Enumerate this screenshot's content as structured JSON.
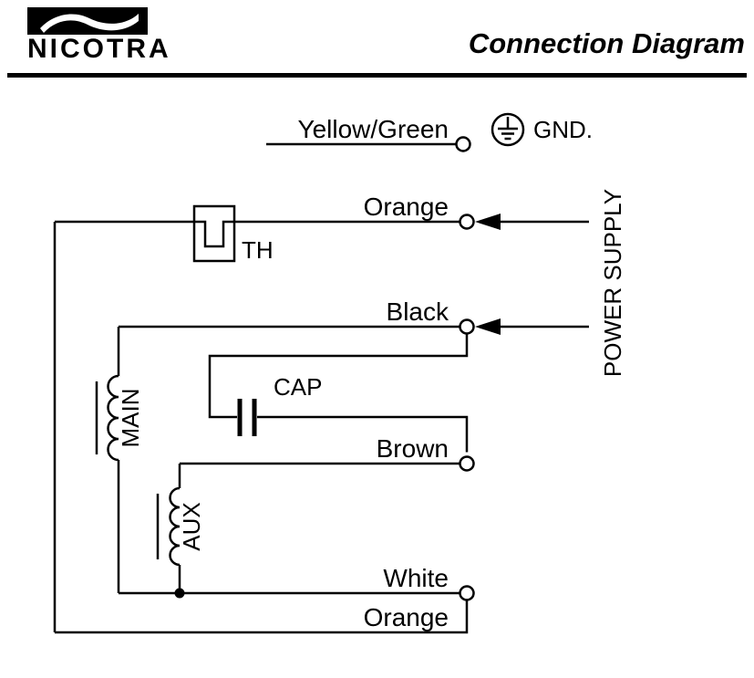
{
  "header": {
    "brand": "NICOTRA",
    "title": "Connection Diagram"
  },
  "labels": {
    "yellow_green": "Yellow/Green",
    "gnd": "GND.",
    "orange_top": "Orange",
    "th": "TH",
    "power_supply": "POWER SUPPLY",
    "black": "Black",
    "cap": "CAP",
    "main": "MAIN",
    "brown": "Brown",
    "aux": "AUX",
    "white": "White",
    "orange_bottom": "Orange"
  },
  "colors": {
    "line": "#000000",
    "background": "#ffffff"
  }
}
